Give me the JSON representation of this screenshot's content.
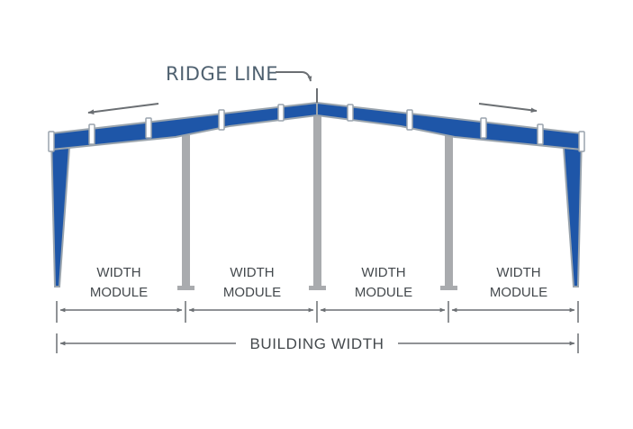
{
  "labels": {
    "ridge_line": "RIDGE LINE",
    "modules": [
      {
        "line1": "WIDTH",
        "line2": "MODULE"
      },
      {
        "line1": "WIDTH",
        "line2": "MODULE"
      },
      {
        "line1": "WIDTH",
        "line2": "MODULE"
      },
      {
        "line1": "WIDTH",
        "line2": "MODULE"
      }
    ],
    "building_width": "BUILDING WIDTH"
  },
  "colors": {
    "frame_blue": "#1e56a8",
    "frame_outline": "#9aa4ad",
    "column_gray": "#a9abae",
    "arrow_gray": "#6b6f73",
    "ridge_text": "#4f6170"
  },
  "icons": [
    "slope-arrow-left-icon",
    "slope-arrow-right-icon",
    "ridge-pointer-arrow-icon"
  ]
}
